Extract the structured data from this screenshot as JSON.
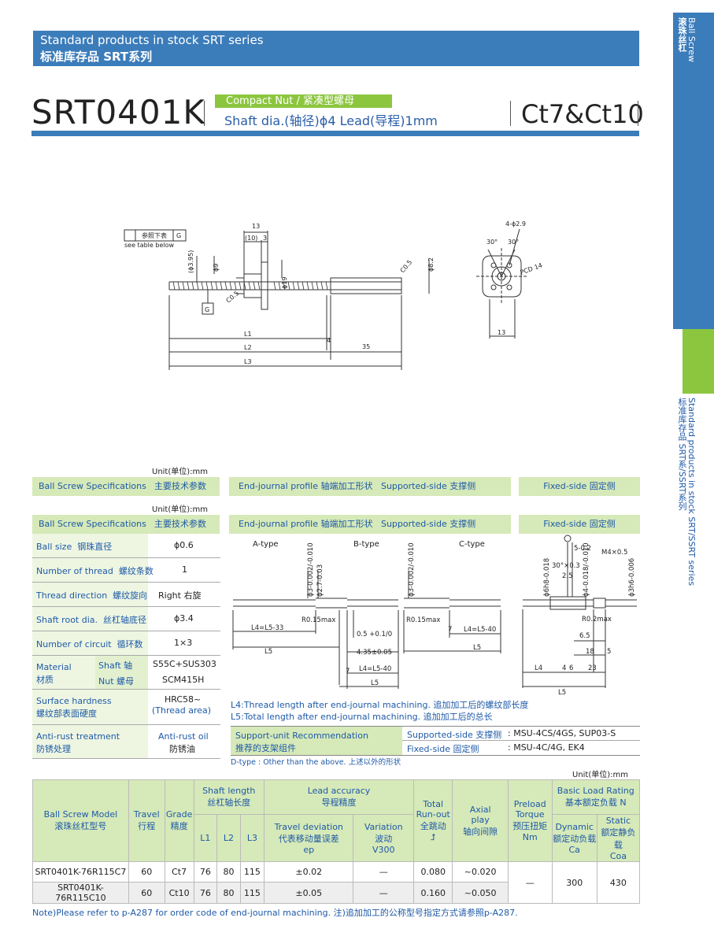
{
  "header": {
    "line1": "Standard products in stock SRT series",
    "line2": "标准库存品  SRT系列"
  },
  "side": {
    "top_en": "Ball Screw",
    "top_cn": "滚珠丝杠",
    "bottom_en": "Standard products in stock  SRT/SSRT series",
    "bottom_cn": "标准库存品  SRT系/SSRT系列"
  },
  "title": {
    "model": "SRT0401K",
    "compact": "Compact Nut / 紧凑型螺母",
    "shaft": "Shaft dia.(轴径)ϕ4   Lead(导程)1mm",
    "grade": "Ct7&Ct10"
  },
  "drawing": {
    "see_table_cn": "参照下表",
    "see_table_en": "see table below",
    "g_label": "G",
    "dims": [
      "13",
      "(10)",
      "3",
      "(ϕ3.95)",
      "ϕ9",
      "-0.05",
      "-0.10",
      "ϕ19",
      "C0.5",
      "C0.5",
      "ϕ8.2",
      "L1",
      "4",
      "L2",
      "35",
      "L3"
    ],
    "flange": [
      "4-ϕ2.9",
      "30°",
      "30°",
      "PCD 14",
      "13"
    ]
  },
  "units": {
    "unit1": "Unit(单位):mm",
    "unit2": "Unit(单位):mm",
    "unit3": "Unit(单位):mm"
  },
  "spec_header": {
    "en": "Ball Screw Specifications",
    "cn": "主要技术参数"
  },
  "end_header": {
    "profile": "End-journal profile  轴端加工形状",
    "supported": "Supported-side  支撑侧",
    "fixed": "Fixed-side  固定侧"
  },
  "specs": [
    {
      "en": "Ball size",
      "cn": "钢珠直径",
      "value": "ϕ0.6"
    },
    {
      "en": "Number of thread",
      "cn": "螺纹条数",
      "value": "1"
    },
    {
      "en": "Thread direction",
      "cn": "螺纹旋向",
      "value": "Right  右旋"
    },
    {
      "en": "Shaft root dia.",
      "cn": "丝杠轴底径",
      "value": "ϕ3.4"
    },
    {
      "en": "Number of circuit",
      "cn": "循环数",
      "value": "1×3"
    }
  ],
  "material": {
    "en": "Material",
    "cn": "材质",
    "shaft_label": "Shaft  轴",
    "shaft_val": "S55C+SUS303",
    "nut_label": "Nut  螺母",
    "nut_val": "SCM415H"
  },
  "hardness": {
    "en": "Surface hardness",
    "cn": "螺纹部表面硬度",
    "val1": "HRC58~",
    "val2": "(Thread area)"
  },
  "antirust": {
    "en": "Anti-rust treatment",
    "cn": "防锈处理",
    "val1": "Anti-rust oil",
    "val2": "防锈油"
  },
  "end_types": {
    "a": "A-type",
    "b": "B-type",
    "c": "C-type",
    "labels": [
      "ϕ3-0.002/-0.010",
      "ϕ2.7-0.03",
      "ϕ3-0.002/-0.010",
      "R0.15max",
      "R0.15max",
      "0.5 +0.1/0",
      "4.35±0.05",
      "L4=L5-33",
      "L4=L5-40",
      "L4=L5-40",
      "L5",
      "L5",
      "L5",
      "7",
      "7"
    ],
    "fixed_labels": [
      "5-0.2",
      "M4×0.5",
      "30°×0.3",
      "2.5",
      "ϕ6h8-0.018",
      "ϕ4-0.018/-0.010",
      "ϕ3h6-0.006",
      "R0.2max",
      "6.5",
      "18",
      "5",
      "L4",
      "4",
      "6",
      "23",
      "L5"
    ]
  },
  "l_notes": {
    "l4": "L4:Thread length after end-journal machining.   追加加工后的螺纹部长度",
    "l5": "L5:Total length after end-journal machining.   追加加工后的总长"
  },
  "support": {
    "title_en": "Support-unit Recommendation",
    "title_cn": "推荐的支架组件",
    "supported_label": "Supported-side  支撑侧",
    "supported_val": ":  MSU-4CS/4GS, SUP03-S",
    "fixed_label": "Fixed-side      固定侧",
    "fixed_val": ":  MSU-4C/4G, EK4"
  },
  "dtype": "D-type : Other than the above.   上述以外的形状",
  "table": {
    "h_model": "Ball Screw Model\n滚珠丝杠型号",
    "h_travel": "Travel\n行程",
    "h_grade": "Grade\n精度",
    "h_shaft": "Shaft length\n丝杠轴长度",
    "h_lead": "Lead accuracy\n导程精度",
    "h_runout": "Total\nRun-out\n全跳动",
    "h_axial": "Axial\nplay\n轴向间隙",
    "h_preload": "Preload\nTorque\n预压扭矩\nNm",
    "h_load": "Basic Load Rating\n基本额定负载  N",
    "h_l1": "L1",
    "h_l2": "L2",
    "h_l3": "L3",
    "h_dev": "Travel deviation\n代表移动量误差\nep",
    "h_var": "Variation\n波动\nV300",
    "h_dyn": "Dynamic\n额定动负载\nCa",
    "h_sta": "Static\n额定静负载\nCoa",
    "rows": [
      [
        "SRT0401K-76R115C7",
        "60",
        "Ct7",
        "76",
        "80",
        "115",
        "±0.02",
        "—",
        "0.080",
        "~0.020"
      ],
      [
        "SRT0401K-76R115C10",
        "60",
        "Ct10",
        "76",
        "80",
        "115",
        "±0.05",
        "—",
        "0.160",
        "~0.050"
      ]
    ],
    "preload_val": "—",
    "ca": "300",
    "coa": "430"
  },
  "note": "Note)Please refer to p-A287 for order code of end-journal machining.  注)追加加工的公称型号指定方式请参照p-A287."
}
